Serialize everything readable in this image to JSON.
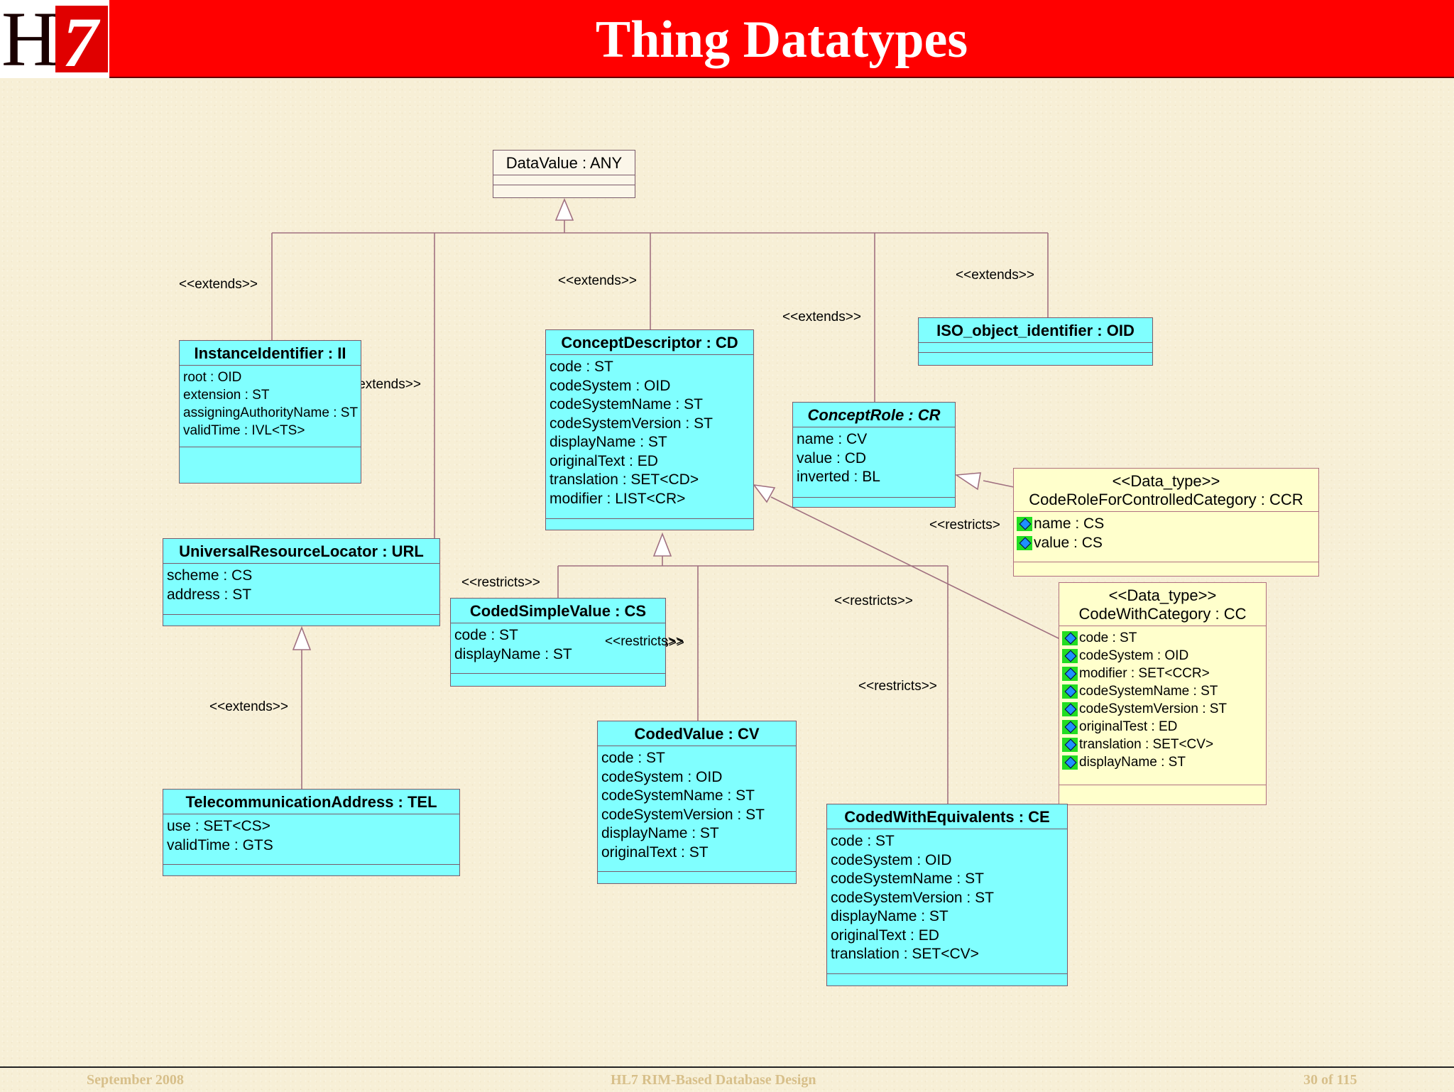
{
  "title": "Thing Datatypes",
  "logo": {
    "text_hl": "HL",
    "text_7": "7"
  },
  "footer": {
    "date": "September 2008",
    "center": "HL7 RIM-Based Database Design",
    "page": "30 of 115"
  },
  "stereotypes": {
    "extends": "<<extends>>",
    "restricts": "<<restricts>>",
    "restricts_alt": "<<restricts>",
    "data_type": "<<Data_type>>"
  },
  "classes": {
    "datavalue": {
      "name": "DataValue : ANY"
    },
    "ii": {
      "name": "InstanceIdentifier : II",
      "attrs": [
        "root : OID",
        "extension : ST",
        "assigningAuthorityName : ST",
        "validTime : IVL<TS>"
      ]
    },
    "cd": {
      "name": "ConceptDescriptor : CD",
      "attrs": [
        "code : ST",
        "codeSystem : OID",
        "codeSystemName : ST",
        "codeSystemVersion : ST",
        "displayName : ST",
        "originalText : ED",
        "translation : SET<CD>",
        "modifier : LIST<CR>"
      ]
    },
    "oid": {
      "name": "ISO_object_identifier : OID"
    },
    "cr": {
      "name": "ConceptRole : CR",
      "attrs": [
        "name : CV",
        "value : CD",
        "inverted : BL"
      ]
    },
    "ccr": {
      "name": "CodeRoleForControlledCategory : CCR",
      "attrs": [
        "name : CS",
        "value : CS"
      ]
    },
    "url": {
      "name": "UniversalResourceLocator : URL",
      "attrs": [
        "scheme : CS",
        "address : ST"
      ]
    },
    "cs": {
      "name": "CodedSimpleValue : CS",
      "attrs": [
        "code : ST",
        "displayName : ST"
      ]
    },
    "cc": {
      "name": "CodeWithCategory : CC",
      "attrs": [
        "code : ST",
        "codeSystem : OID",
        "modifier : SET<CCR>",
        "codeSystemName : ST",
        "codeSystemVersion : ST",
        "originalTest : ED",
        "translation : SET<CV>",
        "displayName : ST"
      ]
    },
    "tel": {
      "name": "TelecommunicationAddress : TEL",
      "attrs": [
        "use : SET<CS>",
        "validTime : GTS"
      ]
    },
    "cv": {
      "name": "CodedValue : CV",
      "attrs": [
        "code : ST",
        "codeSystem : OID",
        "codeSystemName : ST",
        "codeSystemVersion : ST",
        "displayName : ST",
        "originalText : ST"
      ]
    },
    "ce": {
      "name": "CodedWithEquivalents : CE",
      "attrs": [
        "code : ST",
        "codeSystem : OID",
        "codeSystemName : ST",
        "codeSystemVersion : ST",
        "displayName : ST",
        "originalText : ED",
        "translation : SET<CV>"
      ]
    }
  },
  "colors": {
    "class_fill": "#80ffff",
    "data_type_fill": "#ffffcc",
    "title_bar": "#ff0000",
    "connector": "#a07080"
  }
}
